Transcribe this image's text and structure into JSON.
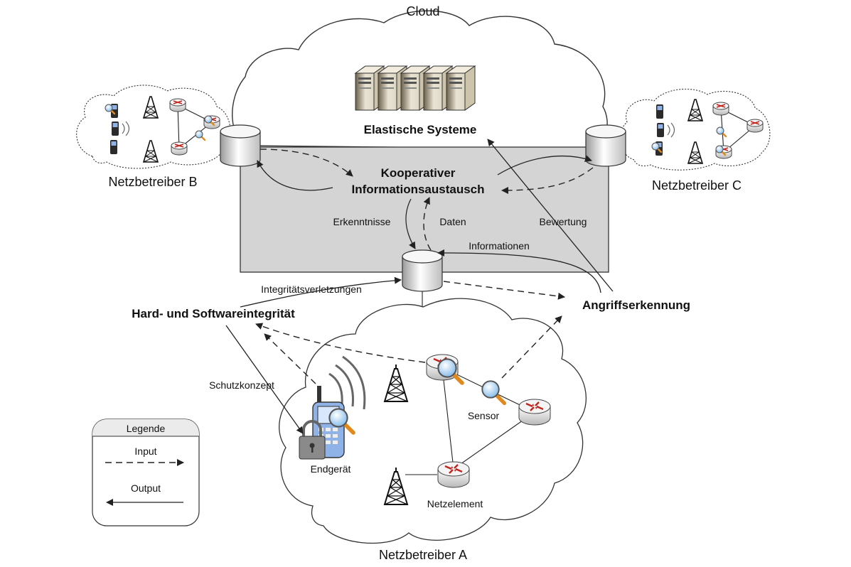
{
  "cloud": {
    "title": "Cloud",
    "systems_label": "Elastische Systeme"
  },
  "exchange": {
    "title_line1": "Kooperativer",
    "title_line2": "Informationsaustausch",
    "findings_label": "Erkenntnisse",
    "data_label": "Daten",
    "rating_label": "Bewertung",
    "information_label": "Informationen",
    "integrity_violations_label": "Integritätsverletzungen"
  },
  "operators": {
    "a": "Netzbetreiber A",
    "b": "Netzbetreiber B",
    "c": "Netzbetreiber C"
  },
  "functions": {
    "integrity": "Hard- und Softwareintegrität",
    "attack_detection": "Angriffserkennung",
    "protection_concept": "Schutzkonzept"
  },
  "devices": {
    "sensor": "Sensor",
    "endgeraet": "Endgerät",
    "netzelement": "Netzelement"
  },
  "legend": {
    "title": "Legende",
    "input_label": "Input",
    "output_label": "Output"
  },
  "colors": {
    "exchange_fill": "#d4d4d4",
    "router_arrow": "#c0241c",
    "phone_body": "#8fb3e6",
    "sensor_handle": "#e08a1e"
  }
}
